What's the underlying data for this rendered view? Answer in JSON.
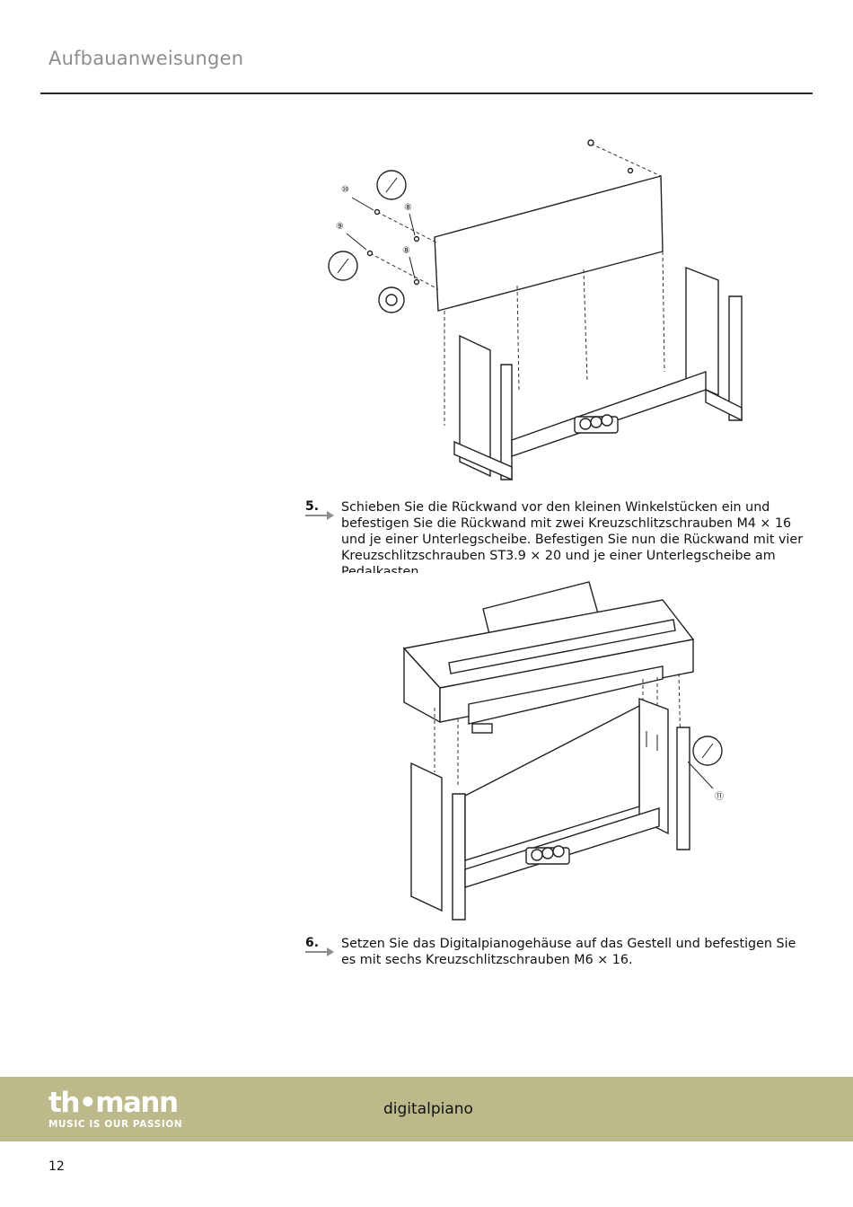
{
  "header": {
    "title": "Aufbauanweisungen"
  },
  "steps": [
    {
      "number": "5.",
      "text": "Schieben Sie die Rückwand vor den kleinen Winkelstücken ein und befestigen Sie die Rückwand mit zwei Kreuzschlitzschrauben M4 × 16 und je einer Unterlegscheibe. Befestigen Sie nun die Rückwand mit vier Kreuzschlitzschrauben ST3.9 × 20 und je einer Unterlegscheibe am Pedalkasten."
    },
    {
      "number": "6.",
      "text": "Setzen Sie das Digitalpianogehäuse auf das Gestell und befestigen Sie es mit sechs Kreuzschlitzschrauben M6 × 16."
    }
  ],
  "figure1": {
    "callouts": [
      "⑩",
      "⑨",
      "⑧",
      "⑧"
    ]
  },
  "figure2": {
    "callouts": [
      "⑪"
    ]
  },
  "footer": {
    "logo_word": "th•mann",
    "logo_tagline": "MUSIC IS OUR PASSION",
    "product": "digitalpiano",
    "page_number": "12"
  }
}
